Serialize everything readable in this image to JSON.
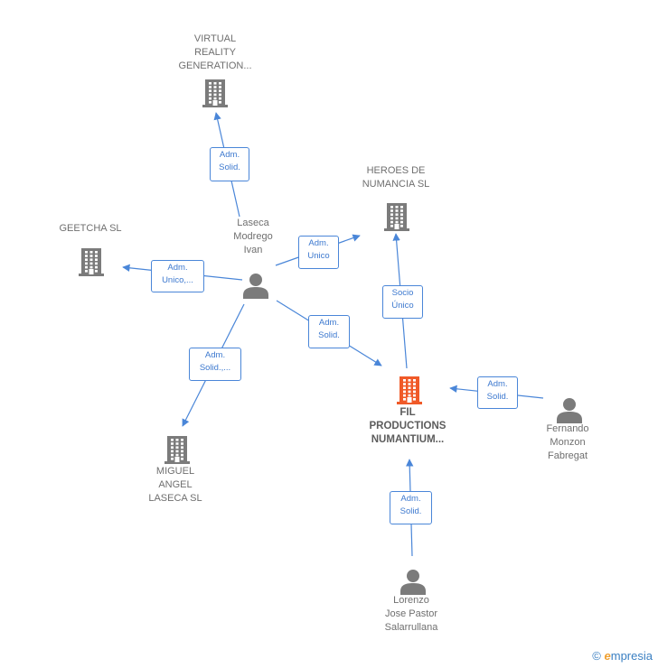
{
  "diagram": {
    "nodes": [
      {
        "id": "virtual",
        "label": "VIRTUAL\nREALITY\nGENERATION...",
        "kind": "company",
        "highlight": false
      },
      {
        "id": "heroes",
        "label": "HEROES DE\nNUMANCIA  SL",
        "kind": "company",
        "highlight": false
      },
      {
        "id": "geetcha",
        "label": "GEETCHA SL",
        "kind": "company",
        "highlight": false
      },
      {
        "id": "laseca",
        "label": "Laseca\nModrego\nIvan",
        "kind": "person",
        "highlight": false
      },
      {
        "id": "fil",
        "label": "FIL\nPRODUCTIONS\nNUMANTIUM...",
        "kind": "company",
        "highlight": true
      },
      {
        "id": "fernando",
        "label": "Fernando\nMonzon\nFabregat",
        "kind": "person",
        "highlight": false
      },
      {
        "id": "miguel",
        "label": "MIGUEL\nANGEL\nLASECA SL",
        "kind": "company",
        "highlight": false
      },
      {
        "id": "lorenzo",
        "label": "Lorenzo\nJose Pastor\nSalarrullana",
        "kind": "person",
        "highlight": false
      }
    ],
    "edges": [
      {
        "from": "laseca",
        "to": "virtual",
        "label": "Adm.\nSolid."
      },
      {
        "from": "laseca",
        "to": "heroes",
        "label": "Adm.\nUnico"
      },
      {
        "from": "laseca",
        "to": "geetcha",
        "label": "Adm.\nUnico,..."
      },
      {
        "from": "laseca",
        "to": "fil",
        "label": "Adm.\nSolid."
      },
      {
        "from": "laseca",
        "to": "miguel",
        "label": "Adm.\nSolid.,..."
      },
      {
        "from": "fil",
        "to": "heroes",
        "label": "Socio\nÚnico"
      },
      {
        "from": "fernando",
        "to": "fil",
        "label": "Adm.\nSolid."
      },
      {
        "from": "lorenzo",
        "to": "fil",
        "label": "Adm.\nSolid."
      }
    ]
  },
  "colors": {
    "company": "#7b7b7b",
    "highlight": "#f05a28",
    "person": "#7b7b7b",
    "edge": "#4a86d8",
    "edge_label_text": "#3d79cf"
  },
  "watermark": {
    "copyright": "©",
    "brand_initial": "e",
    "brand_rest": "mpresia"
  }
}
